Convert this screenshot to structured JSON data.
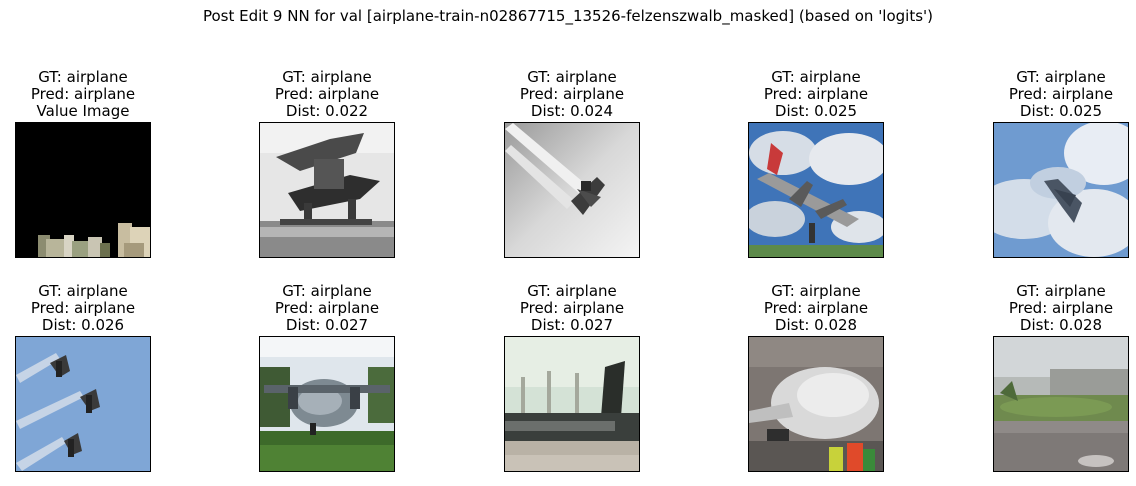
{
  "figure": {
    "title": "Post Edit 9 NN for val [airplane-train-n02867715_13526-felzenszwalb_masked] (based on 'logits')"
  },
  "panels": [
    {
      "gt": "GT: airplane",
      "pred": "Pred: airplane",
      "extra": "Value Image",
      "icon": "masked-value-image-icon"
    },
    {
      "gt": "GT: airplane",
      "pred": "Pred: airplane",
      "extra": "Dist: 0.022",
      "icon": "biplane-bw-icon"
    },
    {
      "gt": "GT: airplane",
      "pred": "Pred: airplane",
      "extra": "Dist: 0.024",
      "icon": "jet-contrails-bw-icon"
    },
    {
      "gt": "GT: airplane",
      "pred": "Pred: airplane",
      "extra": "Dist: 0.025",
      "icon": "airliner-sky-icon"
    },
    {
      "gt": "GT: airplane",
      "pred": "Pred: airplane",
      "extra": "Dist: 0.025",
      "icon": "stealth-jet-clouds-icon"
    },
    {
      "gt": "GT: airplane",
      "pred": "Pred: airplane",
      "extra": "Dist: 0.026",
      "icon": "formation-planes-icon"
    },
    {
      "gt": "GT: airplane",
      "pred": "Pred: airplane",
      "extra": "Dist: 0.027",
      "icon": "cargo-plane-grass-icon"
    },
    {
      "gt": "GT: airplane",
      "pred": "Pred: airplane",
      "extra": "Dist: 0.027",
      "icon": "airport-tail-icon"
    },
    {
      "gt": "GT: airplane",
      "pred": "Pred: airplane",
      "extra": "Dist: 0.028",
      "icon": "airliner-ground-crew-icon"
    },
    {
      "gt": "GT: airplane",
      "pred": "Pred: airplane",
      "extra": "Dist: 0.028",
      "icon": "airliner-tarmac-icon"
    }
  ]
}
